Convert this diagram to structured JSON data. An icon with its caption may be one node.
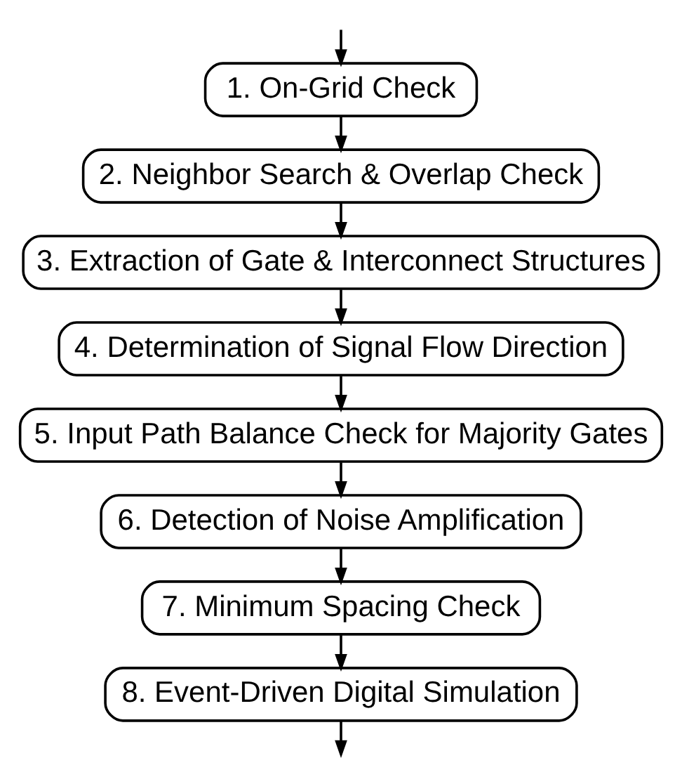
{
  "diagram": {
    "nodes": [
      {
        "text": [
          "1. On-Grid Check"
        ]
      },
      {
        "text": [
          "2. Neighbor Search & Overlap Check"
        ]
      },
      {
        "text": [
          "3. Extraction of Gate & Interconnect Structures"
        ]
      },
      {
        "text": [
          "4. Determination of Signal Flow Direction"
        ]
      },
      {
        "text": [
          "5. Input Path Balance Check for Majority Gates"
        ]
      },
      {
        "text": [
          "6. Detection of Noise Amplification"
        ]
      },
      {
        "text": [
          "7. Minimum Spacing Check"
        ]
      },
      {
        "text": [
          "8. Event-Driven Digital Simulation"
        ]
      }
    ],
    "edges": [
      {
        "from": null,
        "to": 0,
        "arrow": "to"
      },
      {
        "from": 0,
        "to": 1,
        "arrow": "to"
      },
      {
        "from": 1,
        "to": 2,
        "arrow": "to"
      },
      {
        "from": 2,
        "to": 3,
        "arrow": "to"
      },
      {
        "from": 3,
        "to": 4,
        "arrow": "to"
      },
      {
        "from": 4,
        "to": 5,
        "arrow": "to"
      },
      {
        "from": 5,
        "to": 6,
        "arrow": "to"
      },
      {
        "from": 6,
        "to": 7,
        "arrow": "to"
      },
      {
        "from": 7,
        "to": null,
        "arrow": "to"
      }
    ]
  }
}
